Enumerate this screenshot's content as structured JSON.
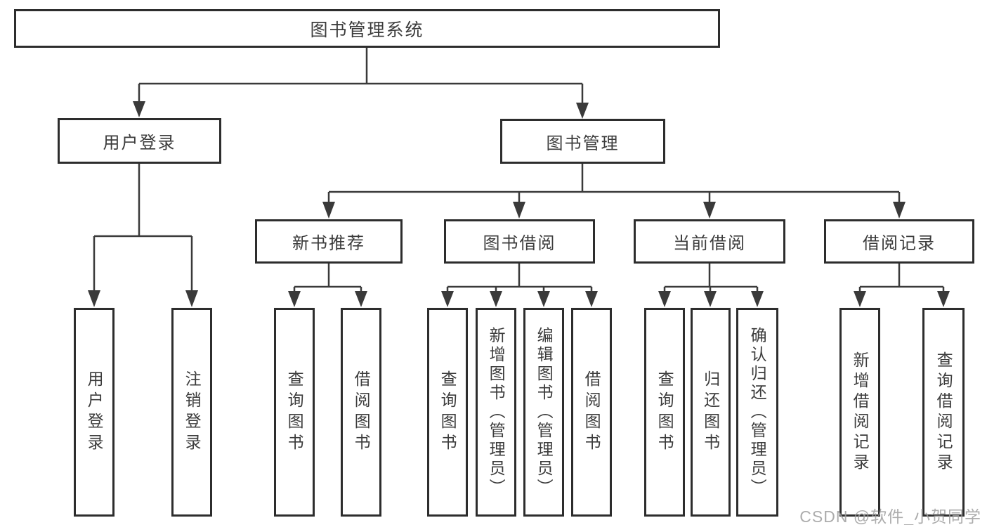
{
  "diagram": {
    "root": {
      "label": "图书管理系统"
    },
    "branches": [
      {
        "label": "用户登录",
        "children": [
          {
            "label": "用户登录"
          },
          {
            "label": "注销登录"
          }
        ]
      },
      {
        "label": "图书管理",
        "children": [
          {
            "label": "新书推荐",
            "children": [
              {
                "label": "查询图书"
              },
              {
                "label": "借阅图书"
              }
            ]
          },
          {
            "label": "图书借阅",
            "children": [
              {
                "label": "查询图书"
              },
              {
                "label": "新增图书（管理员）"
              },
              {
                "label": "编辑图书（管理员）"
              },
              {
                "label": "借阅图书"
              }
            ]
          },
          {
            "label": "当前借阅",
            "children": [
              {
                "label": "查询图书"
              },
              {
                "label": "归还图书"
              },
              {
                "label": "确认归还（管理员）"
              }
            ]
          },
          {
            "label": "借阅记录",
            "children": [
              {
                "label": "新增借阅记录"
              },
              {
                "label": "查询借阅记录"
              }
            ]
          }
        ]
      }
    ]
  },
  "watermark": {
    "text": "CSDN @软件_小贺同学"
  },
  "colors": {
    "background": "#ffffff",
    "line": "#3a3a3a",
    "box_border": "#2d2d2d",
    "text": "#3c3c3c",
    "watermark": "#9e9e9e"
  }
}
